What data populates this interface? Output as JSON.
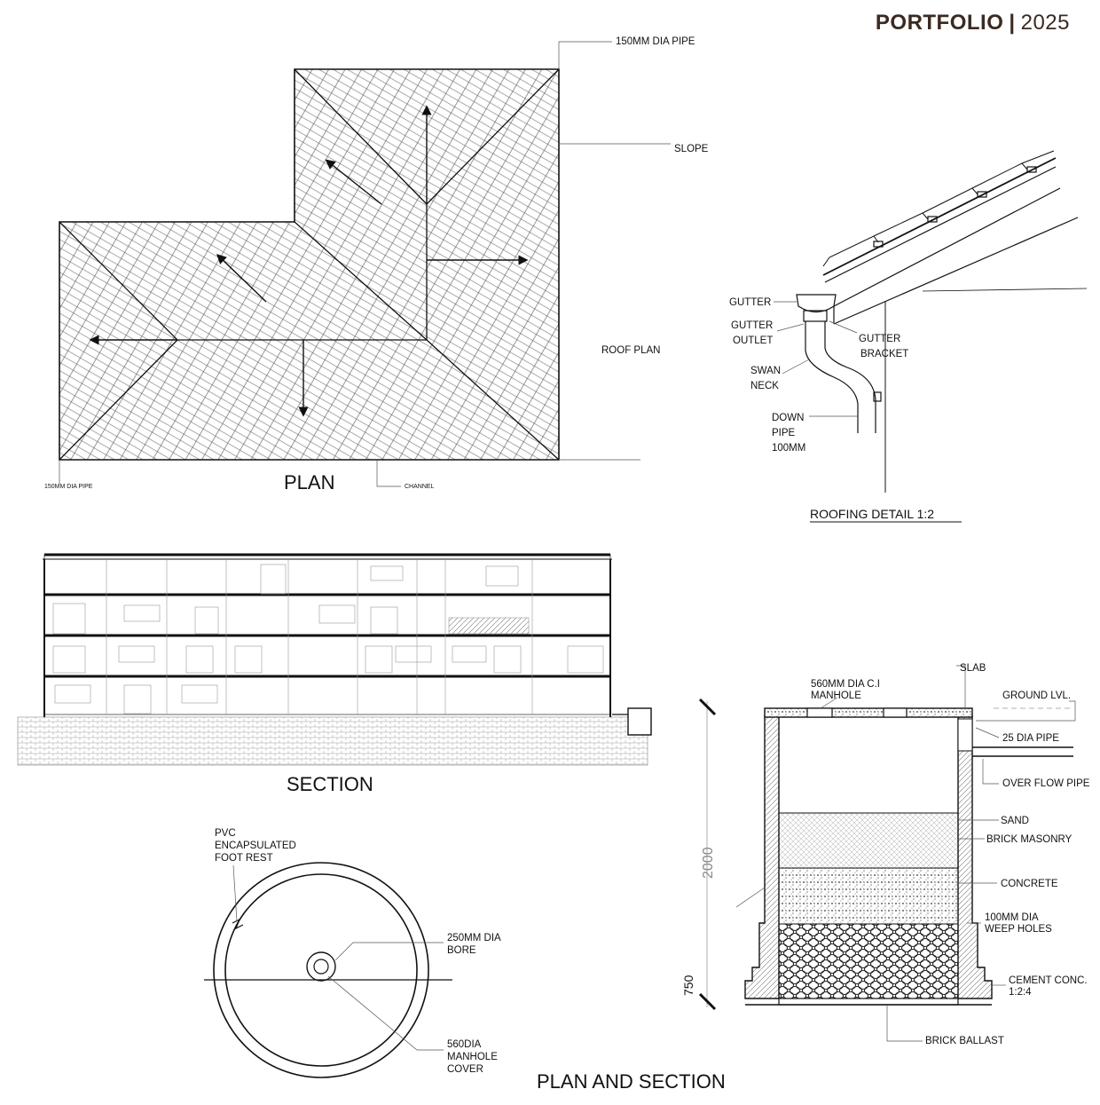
{
  "header": {
    "title": "PORTFOLIO",
    "separator": "|",
    "year": "2025"
  },
  "roof_plan": {
    "title": "PLAN",
    "subtitle": "ROOF PLAN",
    "labels": {
      "pipe_top": "150MM DIA PIPE",
      "slope": "SLOPE",
      "pipe_bottom": "150MM DIA PIPE",
      "channel": "CHANNEL"
    }
  },
  "roofing_detail": {
    "title": "ROOFING DETAIL 1:2",
    "labels": {
      "gutter": "GUTTER",
      "gutter_outlet_1": "GUTTER",
      "gutter_outlet_2": "OUTLET",
      "gutter_bracket_1": "GUTTER",
      "gutter_bracket_2": "BRACKET",
      "swan_neck_1": "SWAN",
      "swan_neck_2": "NECK",
      "down_pipe_1": "DOWN",
      "down_pipe_2": "PIPE",
      "down_pipe_3": "100MM"
    }
  },
  "section": {
    "title": "SECTION"
  },
  "manhole_plan": {
    "labels": {
      "foot_rest_1": "PVC",
      "foot_rest_2": "ENCAPSULATED",
      "foot_rest_3": "FOOT REST",
      "bore_1": "250MM DIA",
      "bore_2": "BORE",
      "cover_1": "560DIA",
      "cover_2": "MANHOLE",
      "cover_3": "COVER"
    }
  },
  "pit_section": {
    "title": "PLAN AND SECTION",
    "dims": {
      "total": "2000",
      "base": "750"
    },
    "labels": {
      "manhole_1": "560MM DIA C.I",
      "manhole_2": "MANHOLE",
      "slab": "SLAB",
      "ground": "GROUND LVL.",
      "pipe25": "25 DIA PIPE",
      "overflow": "OVER FLOW PIPE",
      "sand": "SAND",
      "brick": "BRICK MASONRY",
      "concrete": "CONCRETE",
      "weep_1": "100MM DIA",
      "weep_2": "WEEP HOLES",
      "cement_1": "CEMENT CONC.",
      "cement_2": "1:2:4",
      "ballast": "BRICK BALLAST"
    }
  }
}
